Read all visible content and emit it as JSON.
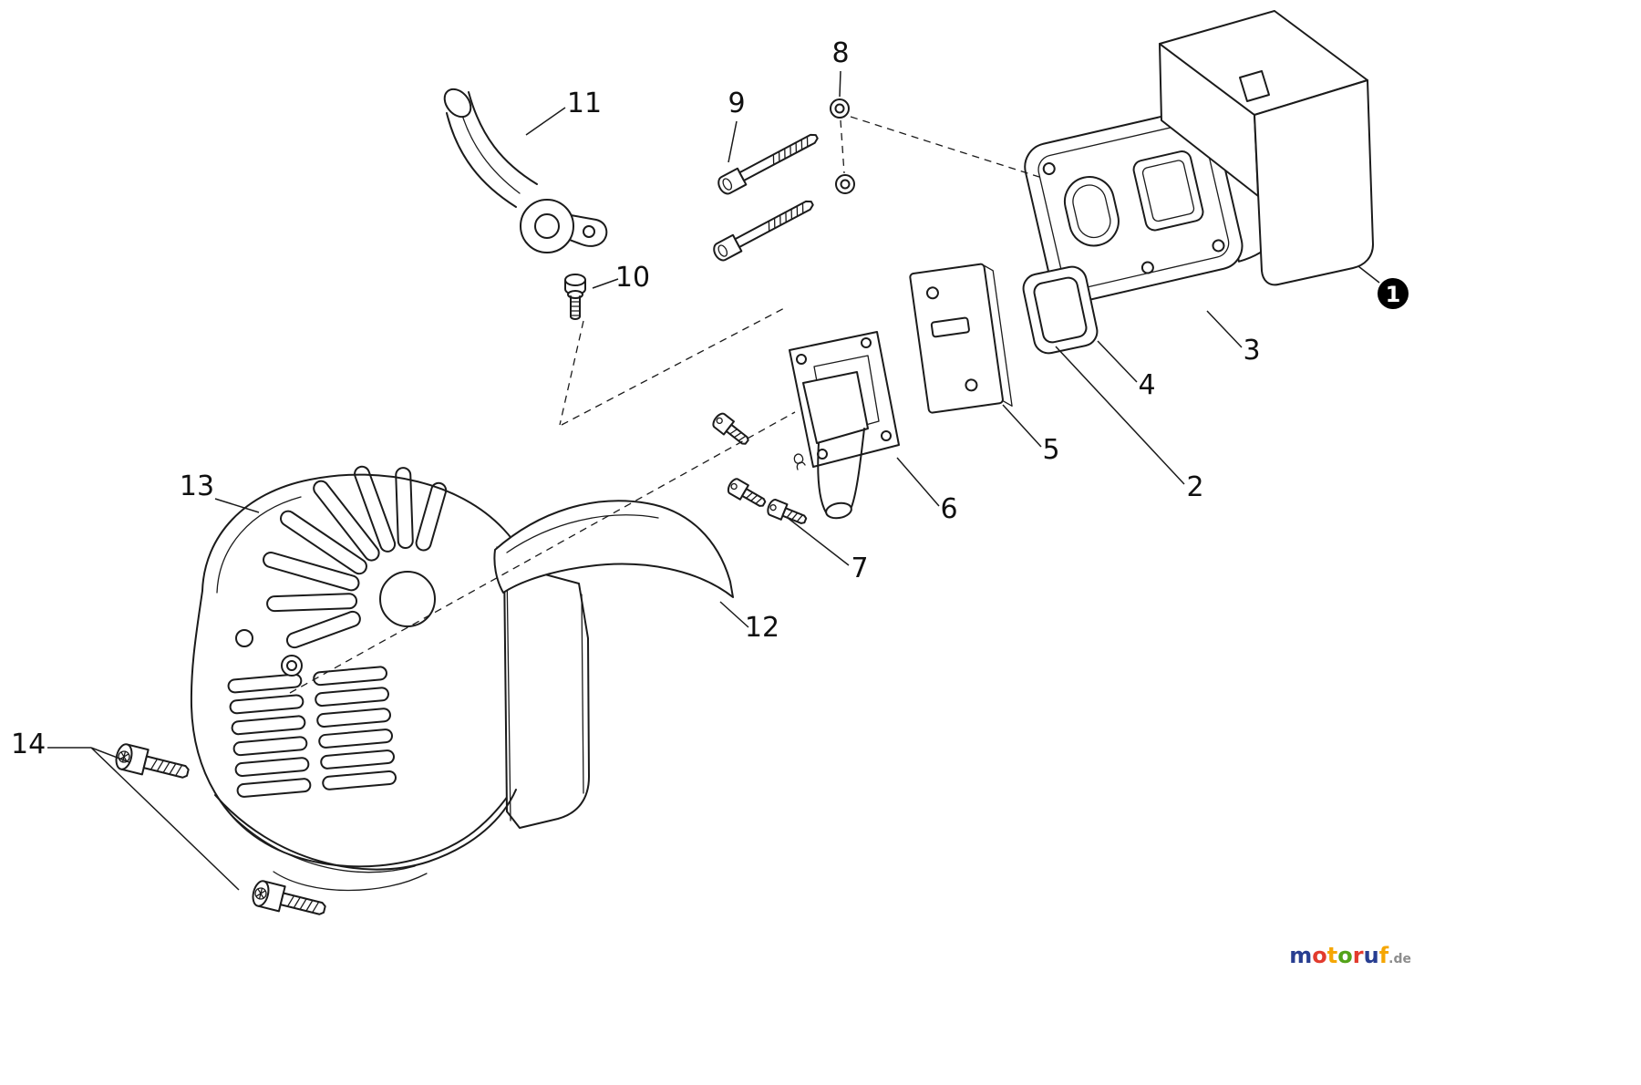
{
  "page": {
    "background": "#ffffff",
    "line_color": "#1b1b1b"
  },
  "callouts": {
    "c1": "1",
    "c2": "2",
    "c3": "3",
    "c4": "4",
    "c5": "5",
    "c6": "6",
    "c7": "7",
    "c8": "8",
    "c9": "9",
    "c10": "10",
    "c11": "11",
    "c12": "12",
    "c13": "13",
    "c14": "14"
  },
  "badge": {
    "background": "#000000",
    "text_color": "#ffffff"
  },
  "watermark": {
    "letters": [
      {
        "char": "m",
        "color": "#283e91"
      },
      {
        "char": "o",
        "color": "#e23b2e"
      },
      {
        "char": "t",
        "color": "#f5a603"
      },
      {
        "char": "o",
        "color": "#53a318"
      },
      {
        "char": "r",
        "color": "#e23b2e"
      },
      {
        "char": "u",
        "color": "#283e91"
      },
      {
        "char": "f",
        "color": "#f5a603"
      }
    ],
    "suffix": ".de",
    "suffix_color": "#8d8d8d"
  }
}
